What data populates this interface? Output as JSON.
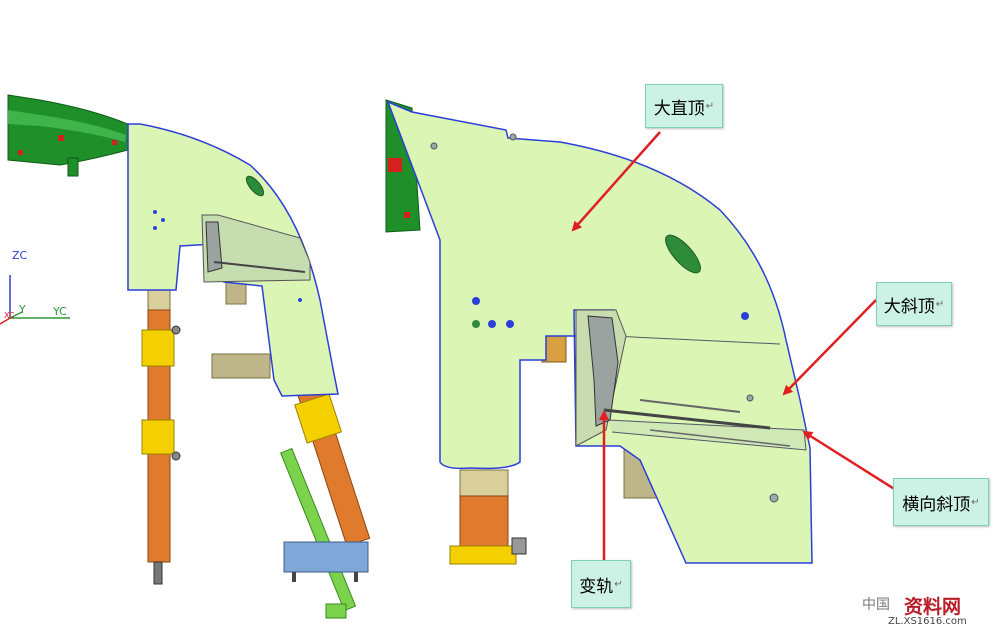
{
  "callouts": {
    "big_straight_lifter": "大直顶",
    "big_angle_lifter": "大斜顶",
    "lateral_angle_lifter": "横向斜顶",
    "transfer_rail": "变轨"
  },
  "axes": {
    "zc": "ZC",
    "y": "Y",
    "yc": "YC",
    "xc": "XC"
  },
  "watermark": {
    "brand": "资料网",
    "site": "ZL.XS1616.com",
    "prefix": "中国"
  },
  "colors": {
    "part_fill": "#daf5b4",
    "part_outline": "#2c3fd8",
    "mold_green": "#1f8f2a",
    "rod_orange": "#e07a2c",
    "collar_yellow": "#f5d000",
    "arrow_red": "#e02020",
    "callout_bg": "#ccf2e6"
  }
}
